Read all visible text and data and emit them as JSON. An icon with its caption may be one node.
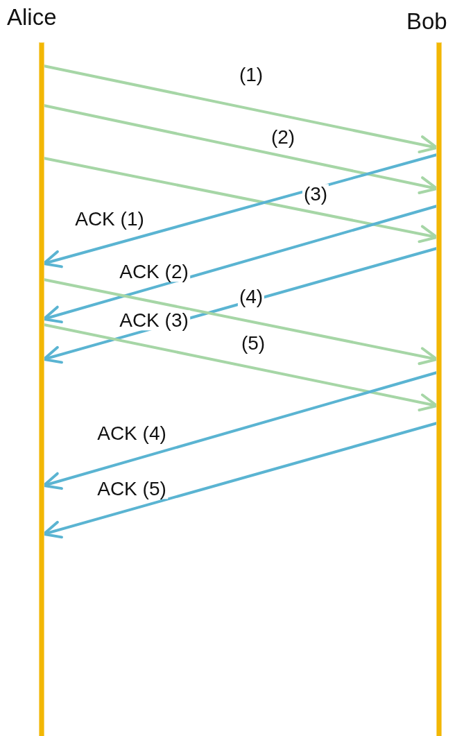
{
  "diagram": {
    "nodes": [
      {
        "text": [
          "Alice"
        ]
      },
      {
        "text": [
          "Bob"
        ]
      }
    ],
    "edges": [
      {
        "from": 0,
        "to": 1,
        "arrow": "to",
        "label": "(1)",
        "color": "#a6d6a6"
      },
      {
        "from": 0,
        "to": 1,
        "arrow": "to",
        "label": "(2)",
        "color": "#a6d6a6"
      },
      {
        "from": 0,
        "to": 1,
        "arrow": "to",
        "label": "(3)",
        "color": "#a6d6a6"
      },
      {
        "from": 1,
        "to": 0,
        "arrow": "to",
        "label": "ACK (1)",
        "color": "#5ab4d2"
      },
      {
        "from": 1,
        "to": 0,
        "arrow": "to",
        "label": "ACK (2)",
        "color": "#5ab4d2"
      },
      {
        "from": 1,
        "to": 0,
        "arrow": "to",
        "label": "ACK (3)",
        "color": "#5ab4d2"
      },
      {
        "from": 0,
        "to": 1,
        "arrow": "to",
        "label": "(4)",
        "color": "#a6d6a6"
      },
      {
        "from": 0,
        "to": 1,
        "arrow": "to",
        "label": "(5)",
        "color": "#a6d6a6"
      },
      {
        "from": 1,
        "to": 0,
        "arrow": "to",
        "label": "ACK (4)",
        "color": "#5ab4d2"
      },
      {
        "from": 1,
        "to": 0,
        "arrow": "to",
        "label": "ACK (5)",
        "color": "#5ab4d2"
      }
    ]
  }
}
